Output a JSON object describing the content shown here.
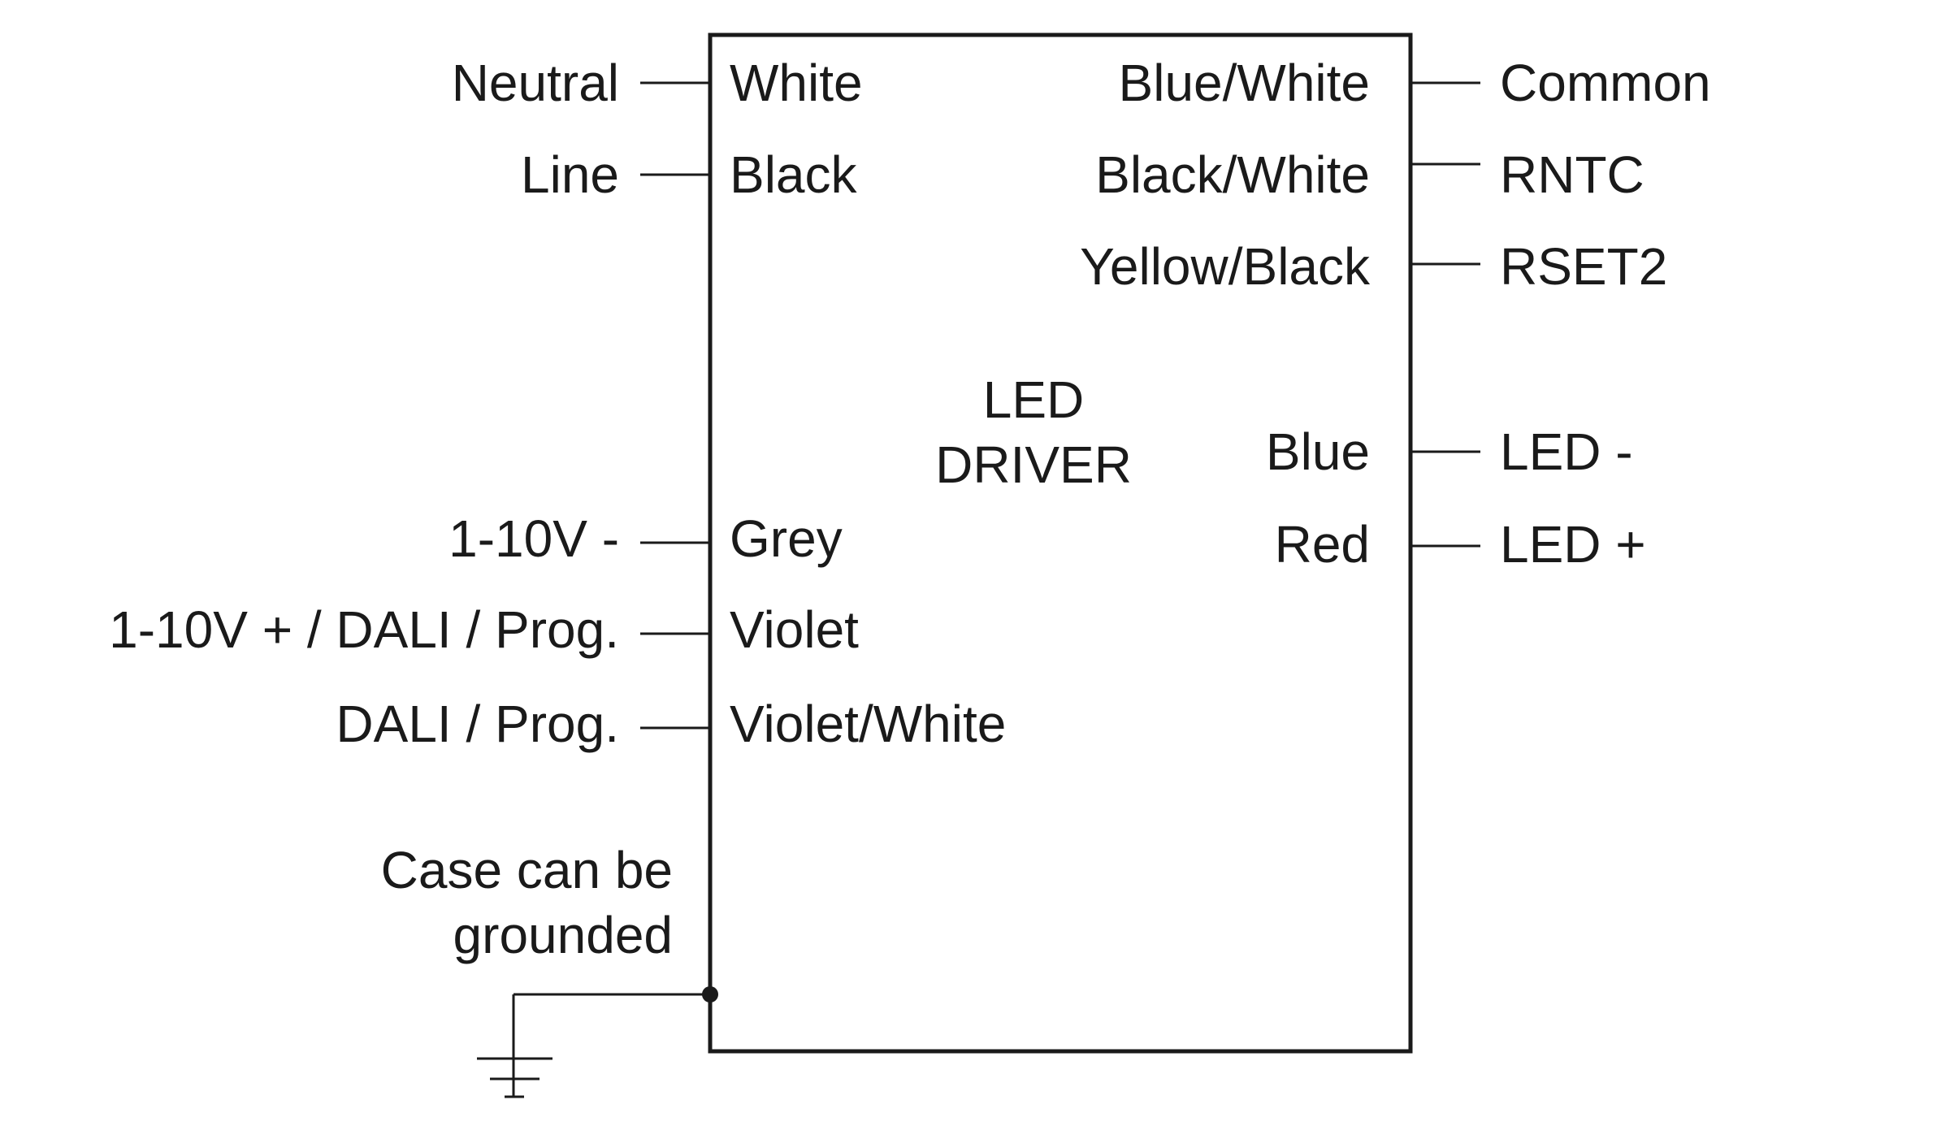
{
  "title": {
    "line1": "LED",
    "line2": "DRIVER"
  },
  "left_wires": [
    {
      "wire": "White",
      "signal": "Neutral"
    },
    {
      "wire": "Black",
      "signal": "Line"
    },
    {
      "wire": "Grey",
      "signal": "1-10V -"
    },
    {
      "wire": "Violet",
      "signal": "1-10V + / DALI / Prog."
    },
    {
      "wire": "Violet/White",
      "signal": "DALI / Prog."
    }
  ],
  "right_wires": [
    {
      "wire": "Blue/White",
      "signal": "Common"
    },
    {
      "wire": "Black/White",
      "signal": "RNTC"
    },
    {
      "wire": "Yellow/Black",
      "signal": "RSET2"
    },
    {
      "wire": "Blue",
      "signal": "LED -"
    },
    {
      "wire": "Red",
      "signal": "LED +"
    }
  ],
  "ground_note": {
    "line1": "Case can be",
    "line2": "grounded"
  },
  "icons": [
    "ground-icon"
  ]
}
